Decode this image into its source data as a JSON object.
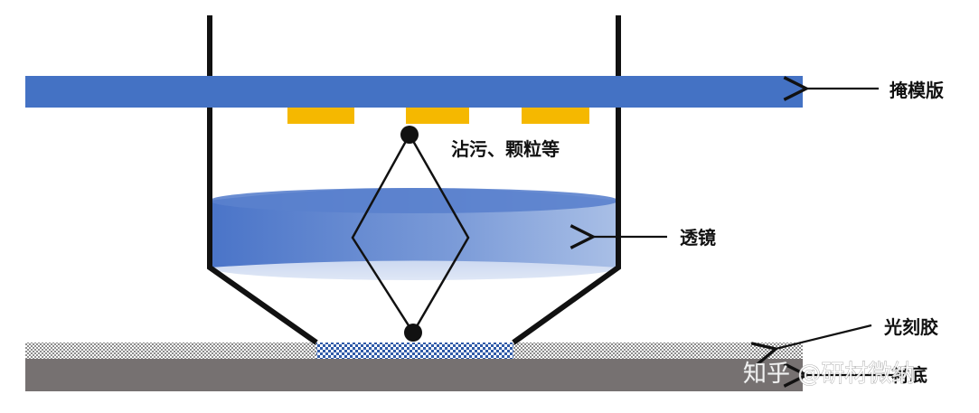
{
  "labels": {
    "mask": "掩模版",
    "particles": "沾污、颗粒等",
    "lens": "透镜",
    "photoresist": "光刻胶",
    "substrate": "衬底"
  },
  "watermark": "知乎 @研材微纳",
  "colors": {
    "mask": "#4472c4",
    "particles": "#f5b800",
    "lens_dark": "#4a74c8",
    "lens_light": "#a9bfe6",
    "photoresist_pattern": "#2f5aa8",
    "substrate": "#767171",
    "lines": "#111111"
  }
}
